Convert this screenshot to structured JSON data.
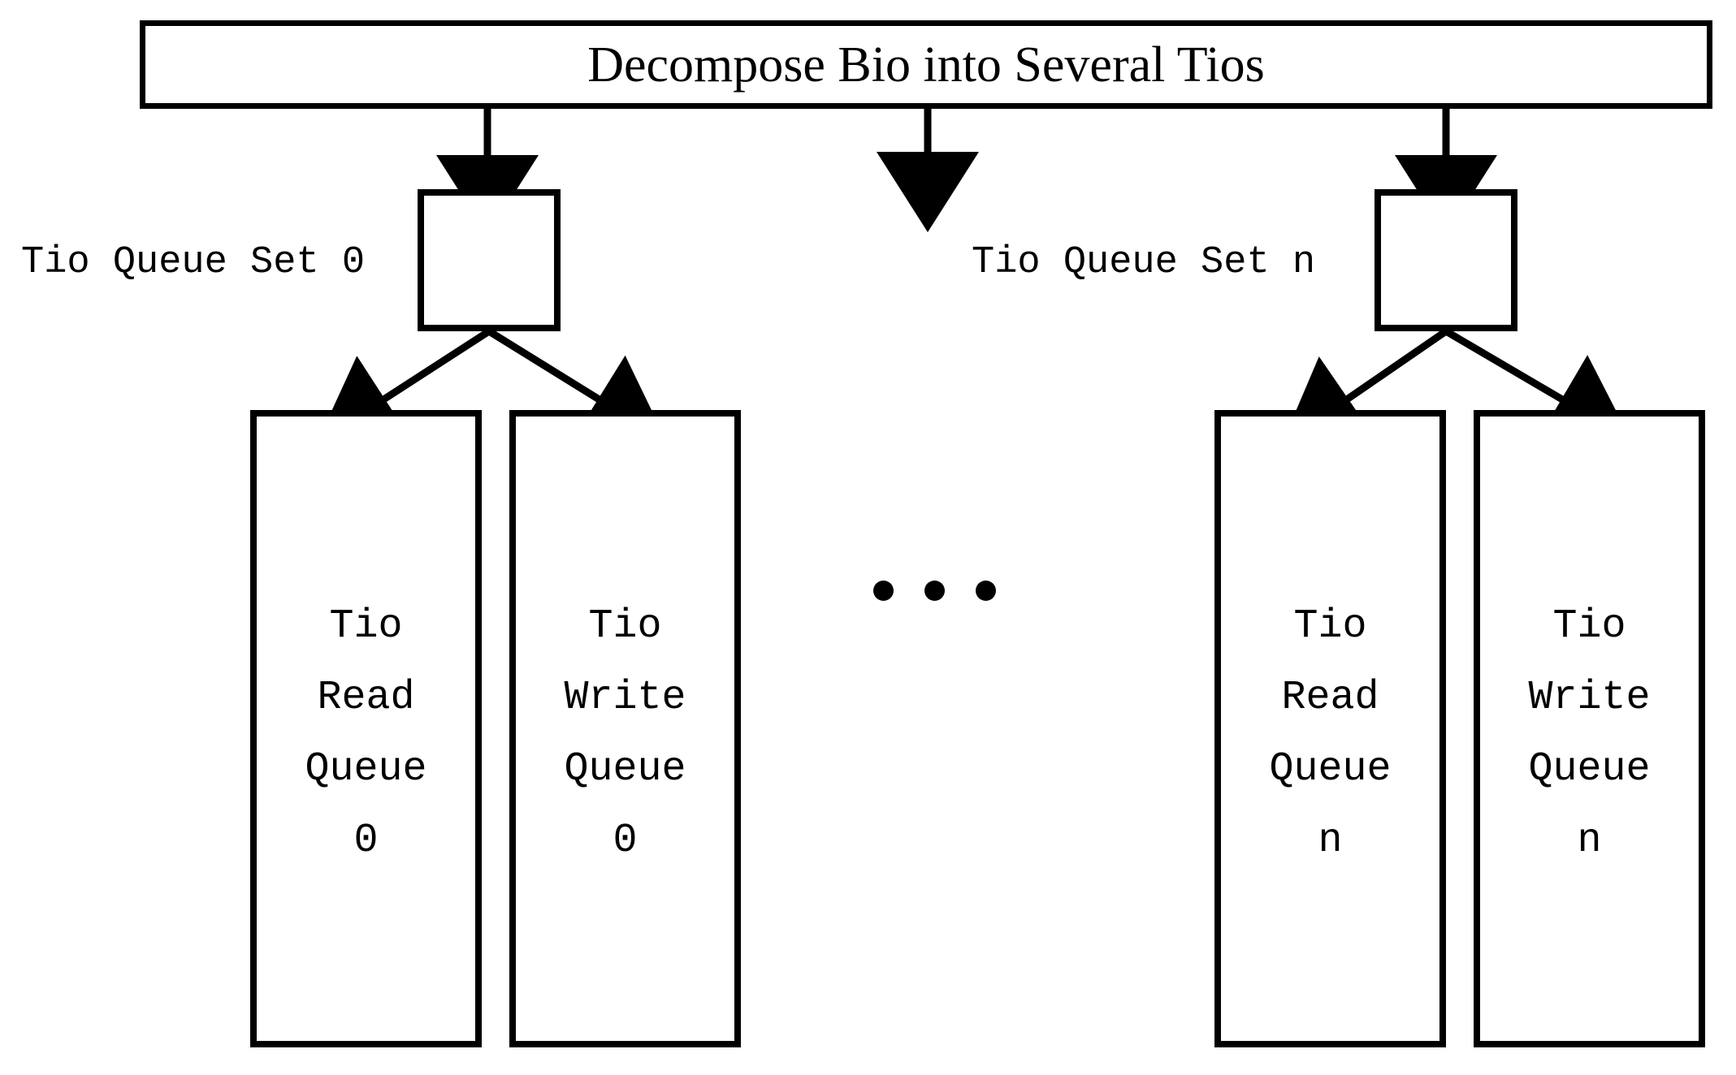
{
  "diagram": {
    "title": "Decompose Bio into Several Tios",
    "ellipsis_dots": 3,
    "colors": {
      "stroke": "#000000",
      "fill": "#ffffff",
      "background": "#ffffff"
    },
    "sets": [
      {
        "label": "Tio Queue Set 0",
        "queues": [
          {
            "lines": [
              "Tio",
              "Read",
              "Queue",
              "0"
            ]
          },
          {
            "lines": [
              "Tio",
              "Write",
              "Queue",
              "0"
            ]
          }
        ]
      },
      {
        "label": "Tio Queue Set n",
        "queues": [
          {
            "lines": [
              "Tio",
              "Read",
              "Queue",
              "n"
            ]
          },
          {
            "lines": [
              "Tio",
              "Write",
              "Queue",
              "n"
            ]
          }
        ]
      }
    ]
  }
}
